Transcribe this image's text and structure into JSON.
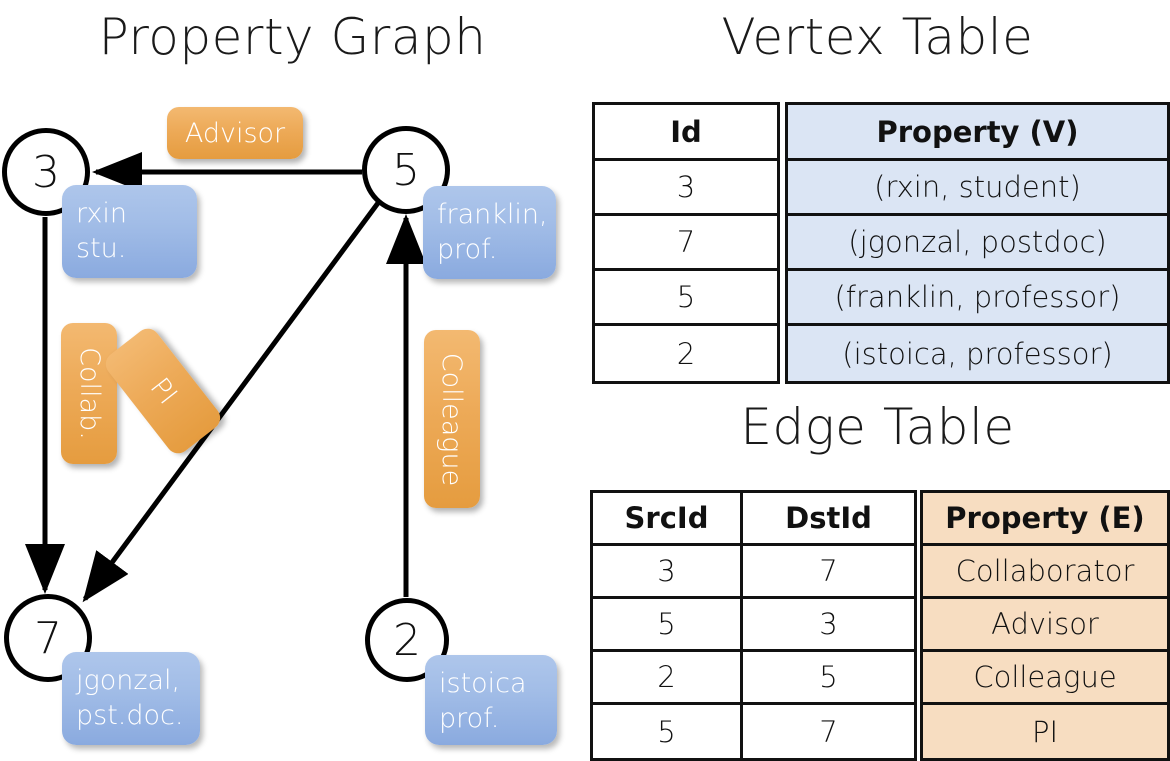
{
  "titles": {
    "property_graph": "Property Graph",
    "vertex_table": "Vertex Table",
    "edge_table": "Edge Table"
  },
  "colors": {
    "vertex_cell": "#dbe5f4",
    "edge_cell": "#f7ddc1",
    "property_box": "#a2bde7",
    "edge_label_box": "#edaa58",
    "stroke": "#000000"
  },
  "graph": {
    "nodes": [
      {
        "id": "3",
        "property": "rxin\nstu.",
        "property_line1": "rxin",
        "property_line2": "stu."
      },
      {
        "id": "5",
        "property": "franklin,\nprof.",
        "property_line1": "franklin,",
        "property_line2": "prof."
      },
      {
        "id": "7",
        "property": "jgonzal,\npst.doc.",
        "property_line1": "jgonzal,",
        "property_line2": "pst.doc."
      },
      {
        "id": "2",
        "property": "istoica\nprof.",
        "property_line1": "istoica",
        "property_line2": "prof."
      }
    ],
    "edge_labels": [
      {
        "name": "advisor",
        "text": "Advisor"
      },
      {
        "name": "collab",
        "text": "Collab."
      },
      {
        "name": "pi",
        "text": "PI"
      },
      {
        "name": "colleague",
        "text": "Colleague"
      }
    ]
  },
  "vertex_table": {
    "headers": [
      "Id",
      "Property (V)"
    ],
    "rows": [
      {
        "id": "3",
        "property": "(rxin, student)"
      },
      {
        "id": "7",
        "property": "(jgonzal, postdoc)"
      },
      {
        "id": "5",
        "property": "(franklin, professor)"
      },
      {
        "id": "2",
        "property": "(istoica, professor)"
      }
    ]
  },
  "edge_table": {
    "headers": [
      "SrcId",
      "DstId",
      "Property (E)"
    ],
    "rows": [
      {
        "src": "3",
        "dst": "7",
        "property": "Collaborator"
      },
      {
        "src": "5",
        "dst": "3",
        "property": "Advisor"
      },
      {
        "src": "2",
        "dst": "5",
        "property": "Colleague"
      },
      {
        "src": "5",
        "dst": "7",
        "property": "PI"
      }
    ]
  }
}
